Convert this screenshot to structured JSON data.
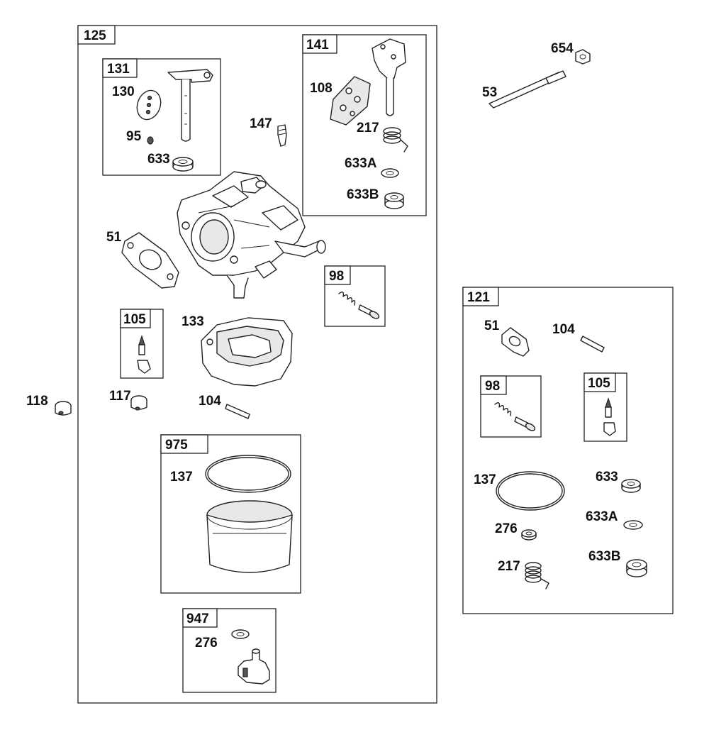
{
  "kits": {
    "k125": "125",
    "k131": "131",
    "k141": "141",
    "k98a": "98",
    "k105a": "105",
    "k975": "975",
    "k947": "947",
    "k121": "121",
    "k98b": "98",
    "k105b": "105"
  },
  "labels": {
    "p654": "654",
    "p53": "53",
    "p130": "130",
    "p95": "95",
    "p633a": "633",
    "p147": "147",
    "p108": "108",
    "p217a": "217",
    "p633A_a": "633A",
    "p633B_a": "633B",
    "p51a": "51",
    "p133": "133",
    "p117": "117",
    "p104a": "104",
    "p118": "118",
    "p137a": "137",
    "p276a": "276",
    "p51b": "51",
    "p104b": "104",
    "p137b": "137",
    "p633b": "633",
    "p633A_b": "633A",
    "p276b": "276",
    "p217b": "217",
    "p633B_b": "633B"
  }
}
